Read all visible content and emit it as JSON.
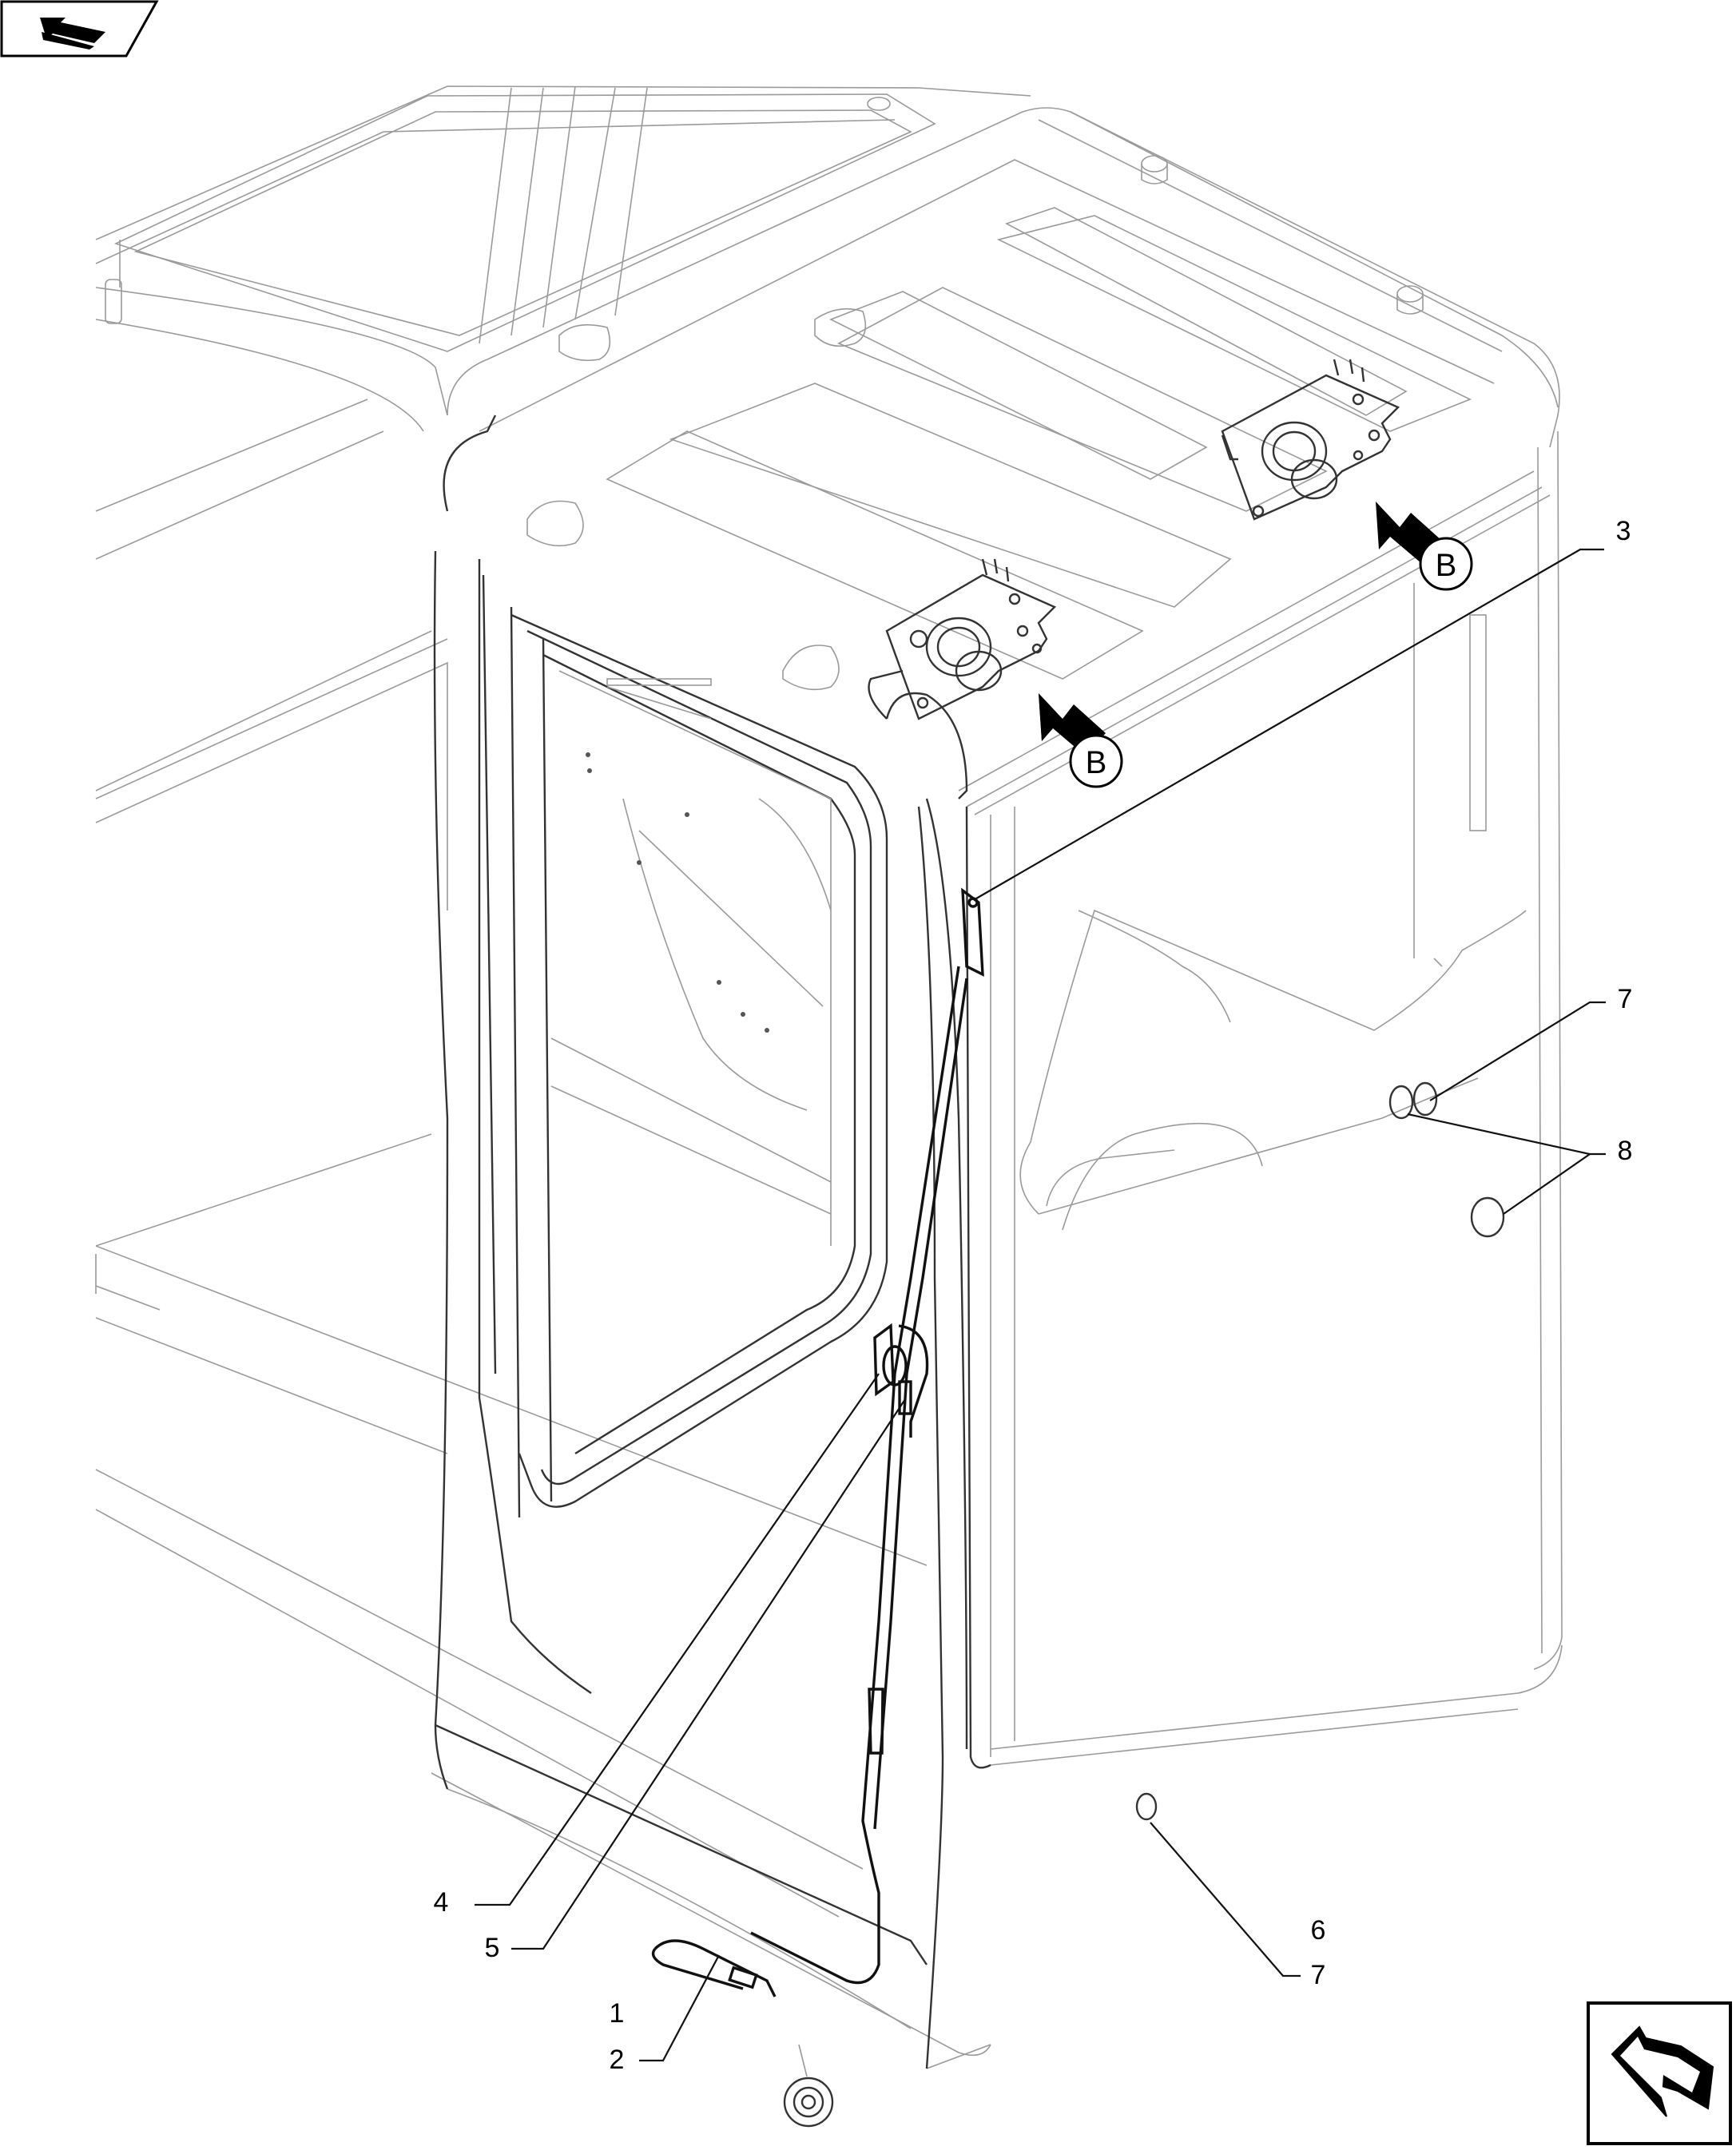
{
  "view_markers": [
    {
      "id": "B1",
      "label": "B"
    },
    {
      "id": "B2",
      "label": "B"
    }
  ],
  "callouts": [
    {
      "id": "c3",
      "label": "3"
    },
    {
      "id": "c7a",
      "label": "7"
    },
    {
      "id": "c8",
      "label": "8"
    },
    {
      "id": "c4",
      "label": "4"
    },
    {
      "id": "c5",
      "label": "5"
    },
    {
      "id": "c1",
      "label": "1"
    },
    {
      "id": "c2",
      "label": "2"
    },
    {
      "id": "c6",
      "label": "6"
    },
    {
      "id": "c7b",
      "label": "7"
    }
  ],
  "icons": {
    "top_left": "previous-page-arrow-icon",
    "bottom_right": "next-page-arrow-icon"
  }
}
